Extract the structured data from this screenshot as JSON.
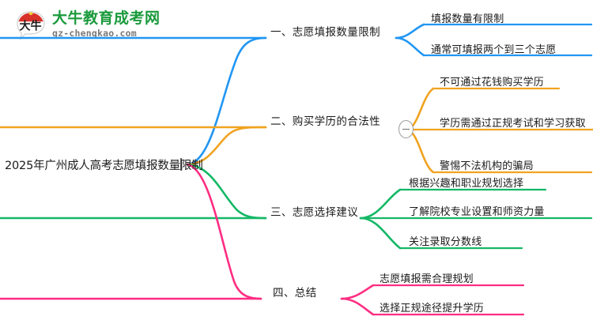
{
  "logo": {
    "mark_icon": "speech-bubble-daniu-icon",
    "mark_text": "大牛",
    "site_name_cn": "大牛教育成考网",
    "site_name_en": "gz-chengkao.com",
    "brand_color": "#1a9a3c",
    "mark_accent_color": "#d8312a"
  },
  "mindmap": {
    "root": {
      "label": "2025年广州成人高考志愿填报数量限制"
    },
    "branches": [
      {
        "index": 1,
        "label": "一、志愿填报数量限制",
        "color": "#2196f3",
        "collapsed": false,
        "leaves": [
          {
            "label": "填报数量有限制"
          },
          {
            "label": "通常可填报两个到三个志愿"
          }
        ]
      },
      {
        "index": 2,
        "label": "二、购买学历的合法性",
        "color": "#f0a320",
        "collapsed": false,
        "toggle": {
          "name": "collapse-toggle",
          "state": "expanded",
          "glyph": "minus"
        },
        "leaves": [
          {
            "label": "不可通过花钱购买学历"
          },
          {
            "label": "学历需通过正规考试和学习获取"
          },
          {
            "label": "警惕不法机构的骗局"
          }
        ]
      },
      {
        "index": 3,
        "label": "三、志愿选择建议",
        "color": "#14b866",
        "collapsed": false,
        "leaves": [
          {
            "label": "根据兴趣和职业规划选择"
          },
          {
            "label": "了解院校专业设置和师资力量"
          },
          {
            "label": "关注录取分数线"
          }
        ]
      },
      {
        "index": 4,
        "label": "四、总结",
        "color": "#ff2d82",
        "collapsed": false,
        "leaves": [
          {
            "label": "志愿填报需合理规划"
          },
          {
            "label": "选择正规途径提升学历"
          }
        ]
      }
    ]
  }
}
